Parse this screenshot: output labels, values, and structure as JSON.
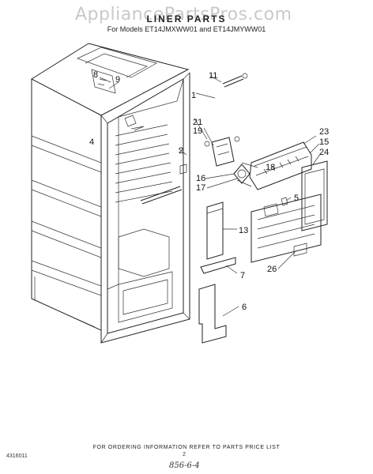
{
  "header": {
    "watermark": "AppliancePartsPros.com",
    "title": "LINER PARTS",
    "models": "For Models ET14JMXWW01 and ET14JMYWW01"
  },
  "footer": {
    "ordering_note": "FOR ORDERING INFORMATION REFER TO PARTS PRICE LIST",
    "doc_number": "4316011",
    "handwritten": "856-6-4",
    "page_mark": "2"
  },
  "diagram": {
    "part_labels": [
      "11",
      "1",
      "2",
      "8",
      "9",
      "4",
      "21",
      "19",
      "18",
      "16",
      "17",
      "23",
      "15",
      "24",
      "5",
      "13",
      "7",
      "26",
      "6"
    ]
  }
}
